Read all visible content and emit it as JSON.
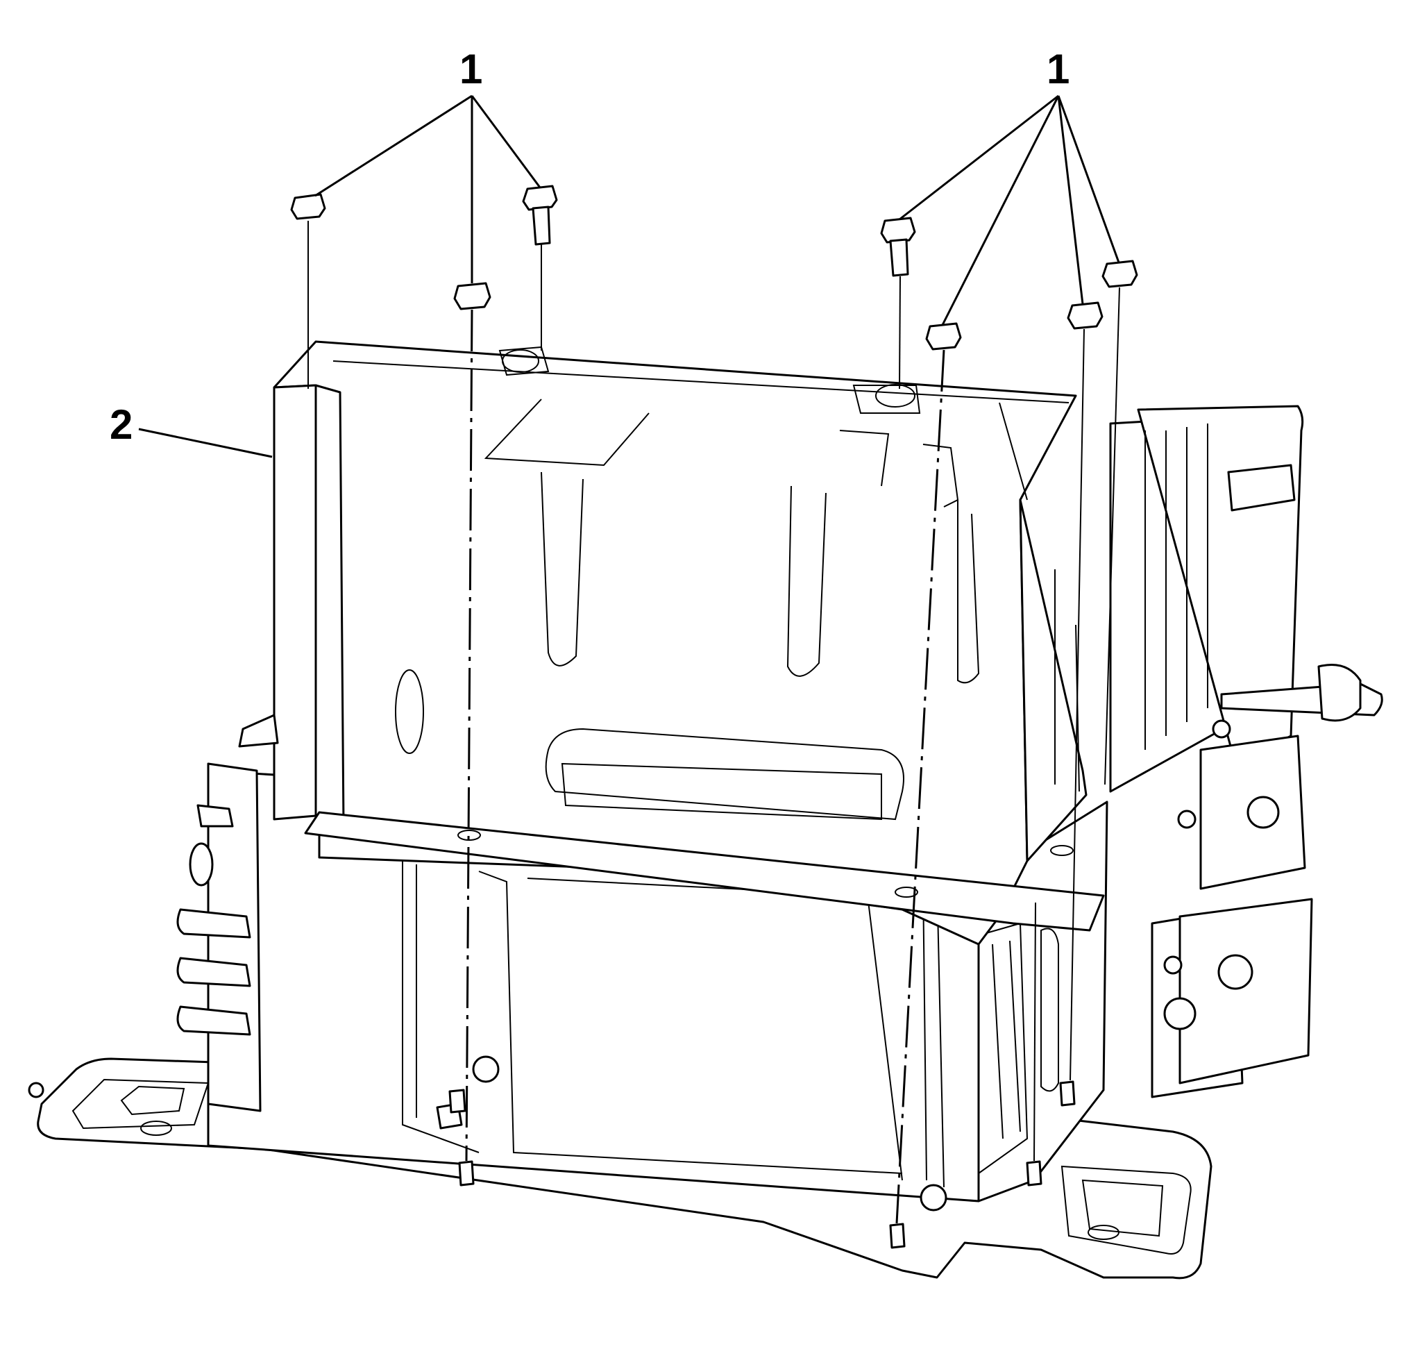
{
  "diagram": {
    "callouts": [
      {
        "id": "fasteners-left",
        "label": "1",
        "part": "fastener"
      },
      {
        "id": "fasteners-right",
        "label": "1",
        "part": "fastener"
      },
      {
        "id": "cover",
        "label": "2",
        "part": "cover"
      }
    ],
    "colors": {
      "line": "#000000",
      "background": "#ffffff"
    }
  }
}
